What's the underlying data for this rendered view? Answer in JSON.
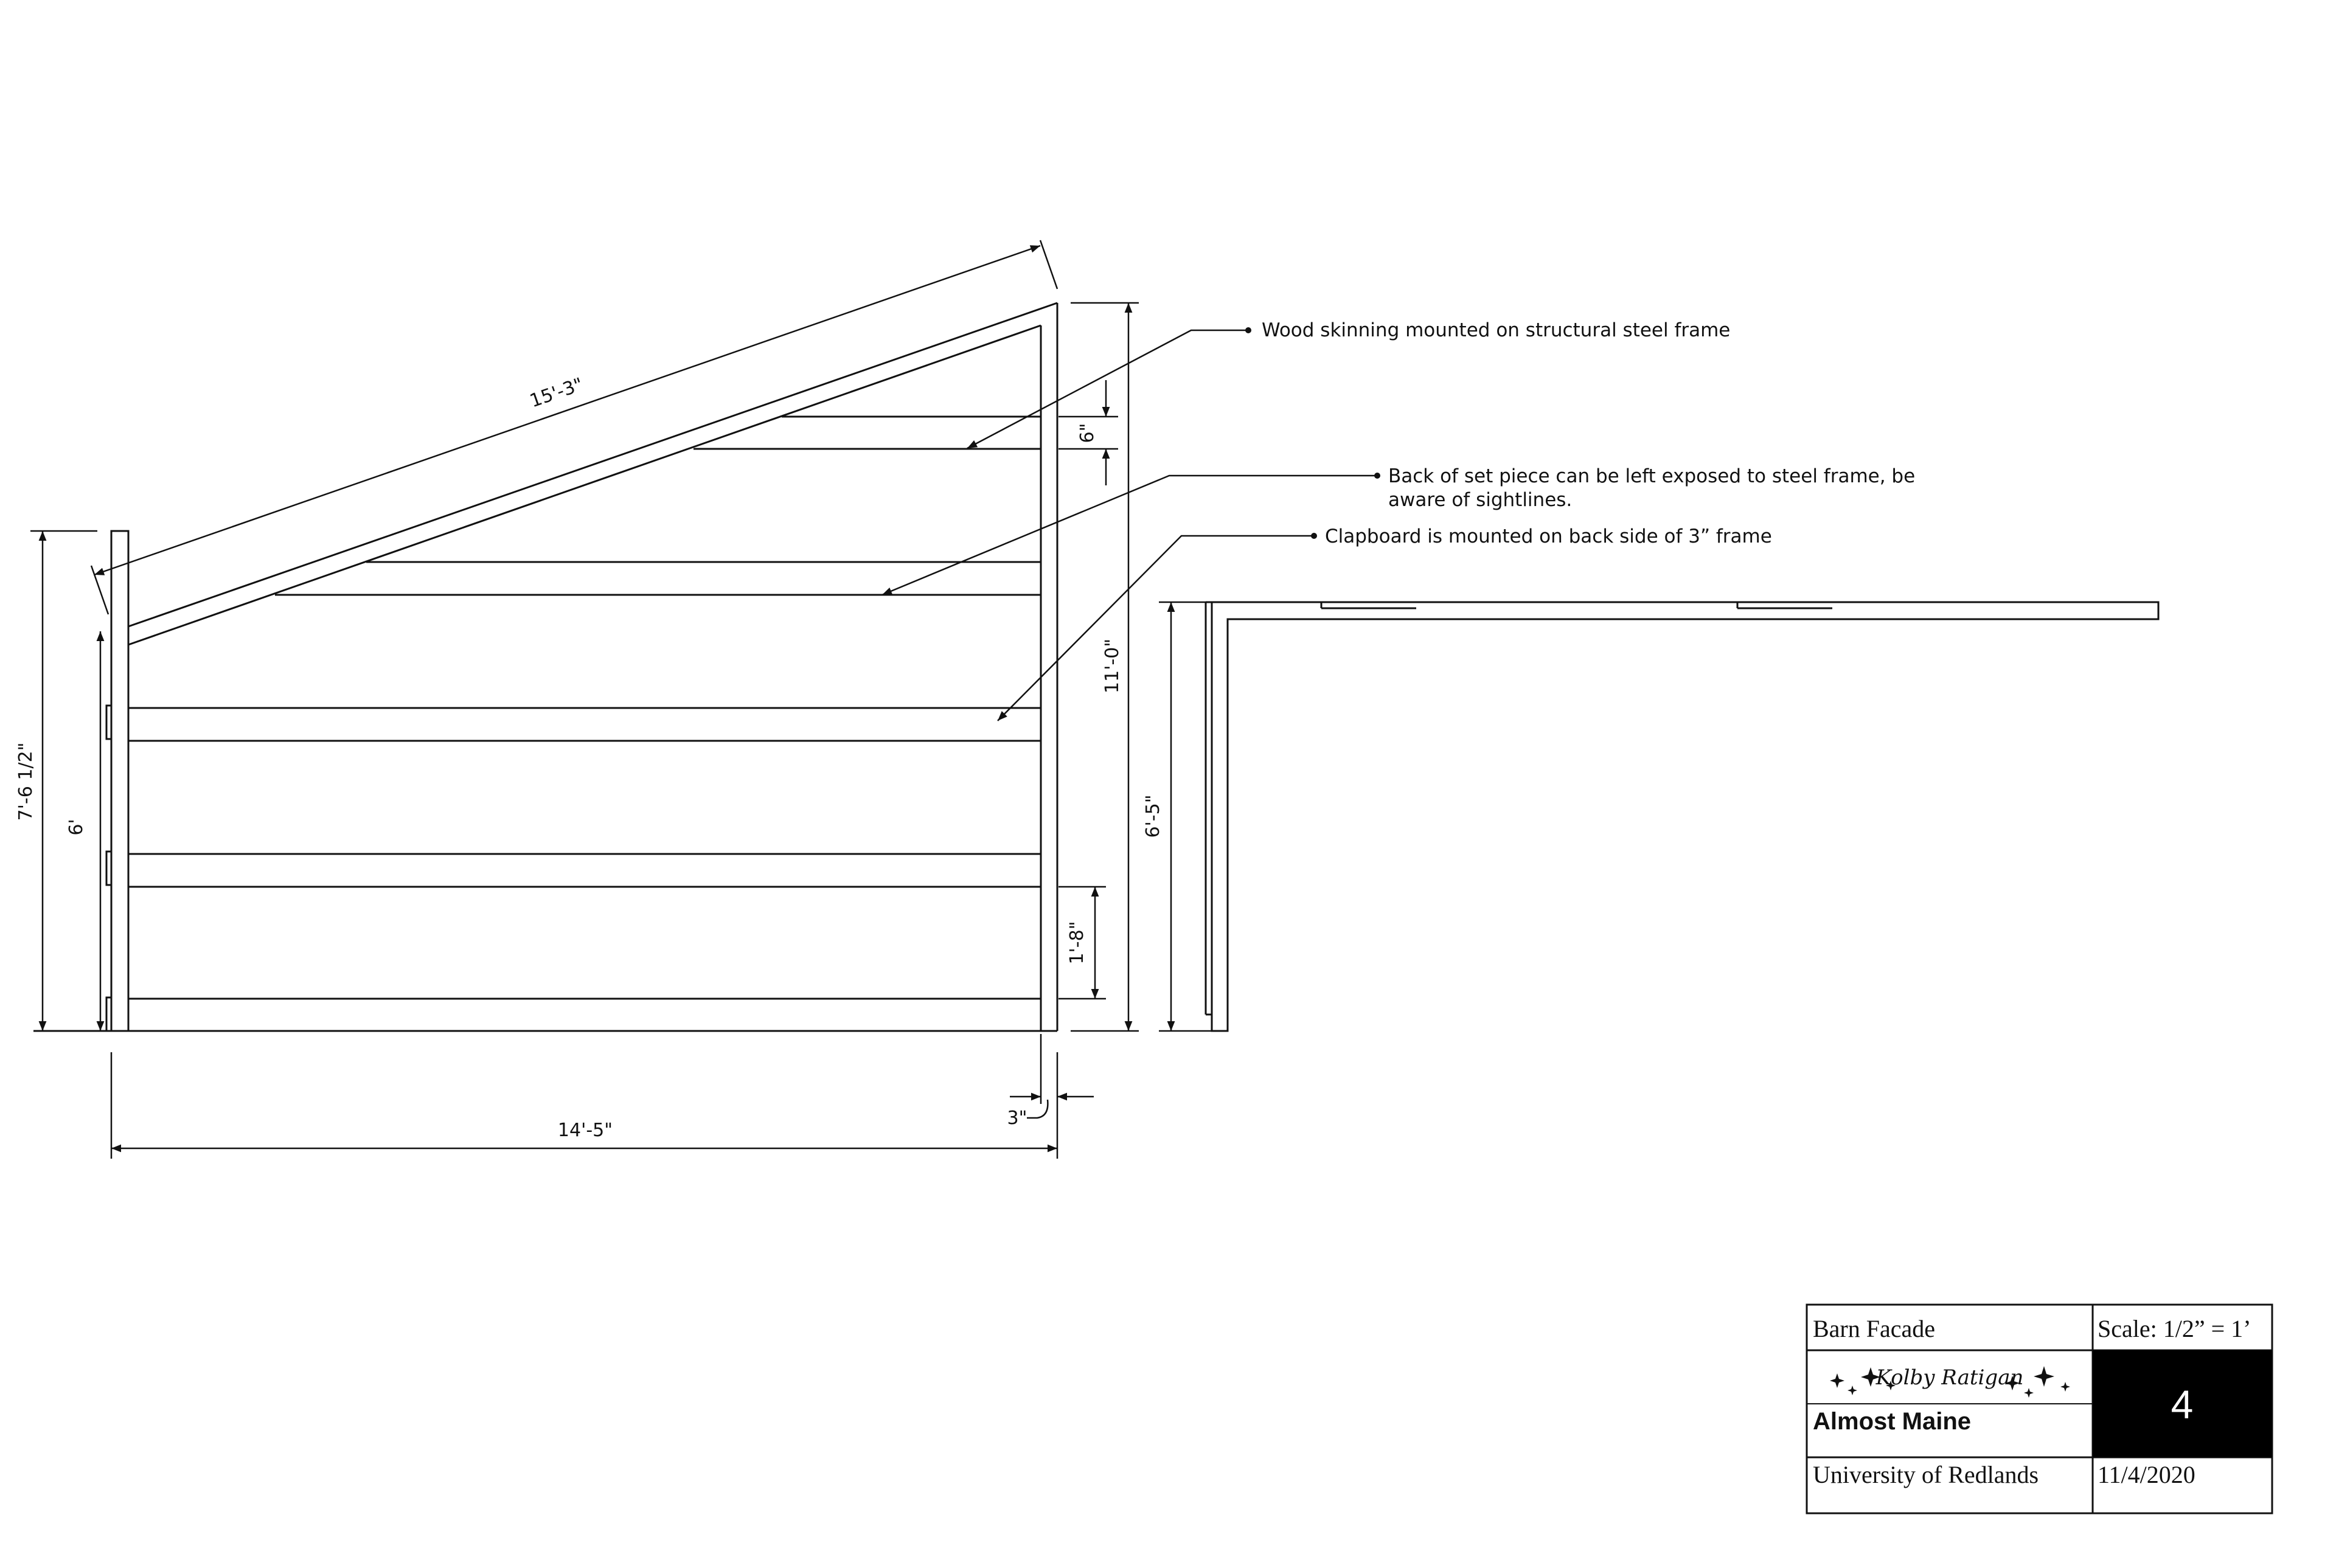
{
  "dimensions": {
    "rake_length": "15'-3\"",
    "left_height": "7'-6 1/2\"",
    "left_inner": "6'",
    "right_height": "11'-0\"",
    "board_gap": "6\"",
    "bottom_board": "1'-8\"",
    "overall_width": "14'-5\"",
    "frame_thickness": "3\"",
    "side_height": "6'-5\""
  },
  "notes": {
    "skinning": "Wood skinning mounted on structural steel frame",
    "back_line1": "Back of set piece can be left exposed to steel frame, be",
    "back_line2": "aware of sightlines.",
    "clapboard": "Clapboard is mounted on back side of 3” frame"
  },
  "title_block": {
    "drawing_title": "Barn Facade",
    "scale": "Scale: 1/2” = 1’",
    "signature": "Kolby Ratigan",
    "show_title": "Almost Maine",
    "sheet_number": "4",
    "institution": "University of Redlands",
    "date": "11/4/2020"
  }
}
